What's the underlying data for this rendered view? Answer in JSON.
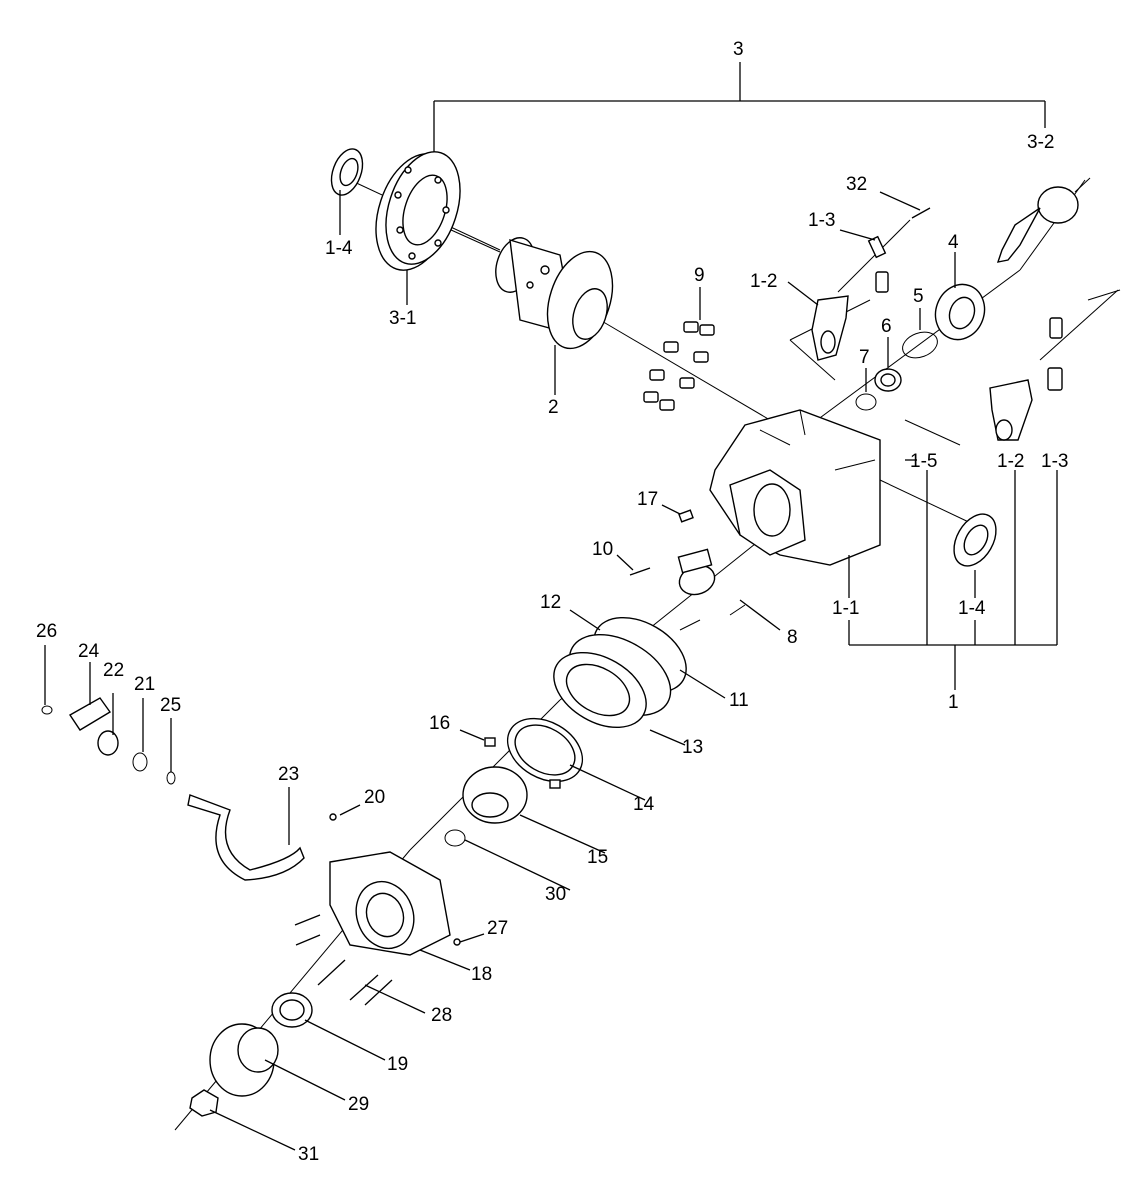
{
  "diagram": {
    "labels": {
      "p3": "3",
      "p3_2": "3-2",
      "p32": "32",
      "p1_3a": "1-3",
      "p1_4a": "1-4",
      "p9": "9",
      "p1_2a": "1-2",
      "p4": "4",
      "p5": "5",
      "p6": "6",
      "p3_1": "3-1",
      "p7": "7",
      "p2": "2",
      "p1_5": "1-5",
      "p1_2b": "1-2",
      "p1_3b": "1-3",
      "p17": "17",
      "p10": "10",
      "p12": "12",
      "p8": "8",
      "p1_1": "1-1",
      "p1_4b": "1-4",
      "p26": "26",
      "p24": "24",
      "p22": "22",
      "p21": "21",
      "p25": "25",
      "p11": "11",
      "p1": "1",
      "p16": "16",
      "p13": "13",
      "p23": "23",
      "p20": "20",
      "p14": "14",
      "p15": "15",
      "p30": "30",
      "p27": "27",
      "p18": "18",
      "p28": "28",
      "p19": "19",
      "p29": "29",
      "p31": "31"
    }
  }
}
